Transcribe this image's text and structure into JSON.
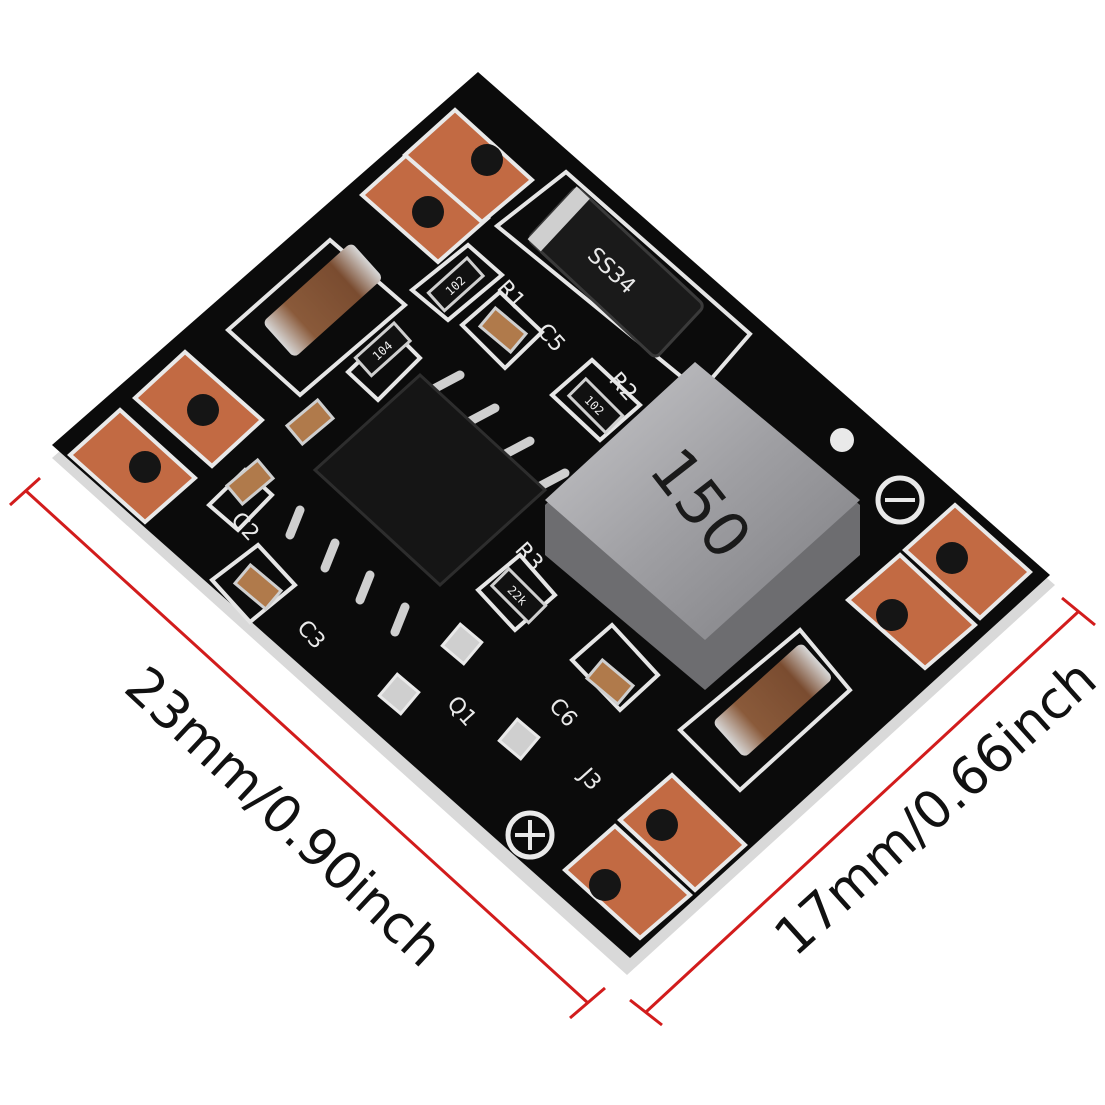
{
  "dimensions": {
    "length_label": "23mm/0.90inch",
    "width_label": "17mm/0.66inch"
  },
  "board": {
    "diode_marking": "SS34",
    "inductor_marking": "150",
    "silkscreen": {
      "r1": "R1",
      "r2": "R2",
      "r3": "R3",
      "c2": "C2",
      "c3": "C3",
      "c5": "C5",
      "c6": "C6",
      "q1": "Q1",
      "j3": "J3"
    },
    "resistor_codes": {
      "r1": "102",
      "r2": "102",
      "r3": "22k",
      "r4": "104"
    }
  },
  "colors": {
    "pcb": "#0b0b0b",
    "copper": "#c26a43",
    "dimension_line": "#d21c1c",
    "silkscreen": "#e9e9e9",
    "inductor": "#a9a9ac"
  }
}
